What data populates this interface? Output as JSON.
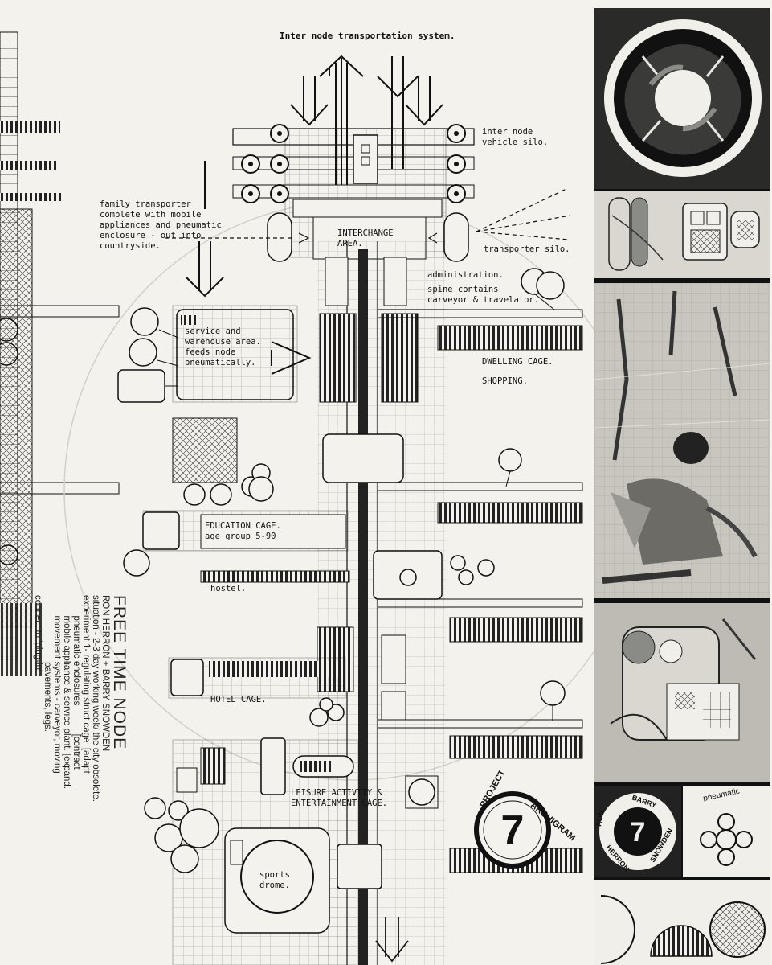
{
  "title": "Inter node transportation system.",
  "labels": {
    "inter_node_vehicle_silo": "inter node\nvehicle silo.",
    "family_transporter": "family transporter\ncomplete with mobile\nappliances and pneumatic\nenclosure - out into\ncountryside.",
    "interchange_area": "INTERCHANGE\nAREA.",
    "transporter_silo": "transporter silo.",
    "administration": "administration.",
    "spine": "spine contains\ncarveyor & travelator.",
    "service_area": "service and\nwarehouse area.\nfeeds node\npneumatically.",
    "dwelling_cage": "DWELLING CAGE.",
    "shopping": "SHOPPING.",
    "education_cage": "EDUCATION CAGE.\nage group 5-90",
    "hostel": "hostel.",
    "hotel_cage": "HOTEL CAGE.",
    "leisure": "LEISURE ACTIVITY &\nENTERTAINMENT CAGE.",
    "sports_drome": "sports\ndrome."
  },
  "caption": {
    "title": "FREE TIME NODE",
    "authors": "RON HERRON + BARRY SNOWDEN",
    "line1": "situation - 2-3 day working week/ the city obsolete.",
    "line2": "experiment 1- regulating struct.cage  [adapt",
    "line3": "        pneumatic enclosures           [contract",
    "line4": "        mobile appliance & service plant. [expand.",
    "line5": "        movement systems - carveyor, moving",
    "line6": "                          pavements, legs.",
    "line7": "connect to 'plug-in'"
  },
  "stamp": {
    "word1": "ARCHIGRAM",
    "number": "7",
    "word2": "PROJECT"
  },
  "sidebar": {
    "badge_name1": "RON",
    "badge_name2": "HERRON",
    "badge_name3": "BARRY",
    "badge_name4": "SNOWDEN",
    "badge_number": "7",
    "pneumatic": "pneumatic"
  },
  "colors": {
    "paper": "#f4f2ec",
    "ink": "#111111",
    "photo_mid": "#8a8a86",
    "photo_light": "#d9d7d0"
  }
}
